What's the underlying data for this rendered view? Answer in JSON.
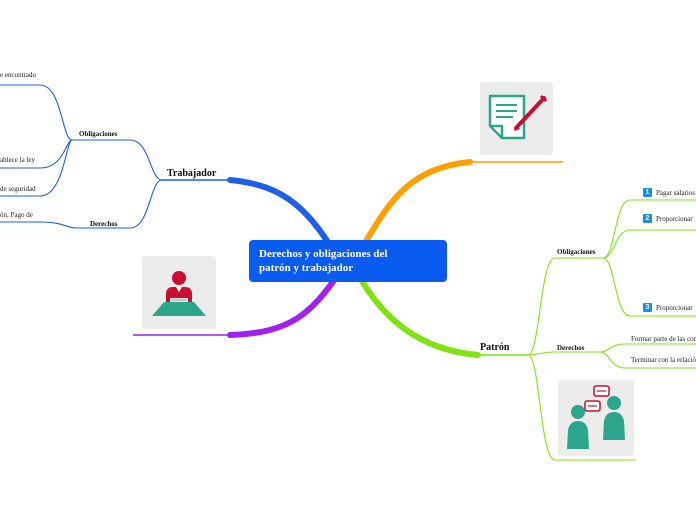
{
  "central": {
    "title_line1": "Derechos y obligaciones del",
    "title_line2": "patrón y trabajador"
  },
  "trabajador": {
    "label": "Trabajador",
    "obligaciones": {
      "label": "Obligaciones",
      "items": [
        "e encontrado",
        "ablece la ley",
        "de seguridad"
      ]
    },
    "derechos": {
      "label": "Derechos",
      "items": [
        "ón, Pago de"
      ]
    }
  },
  "patron": {
    "label": "Patrón",
    "obligaciones": {
      "label": "Obligaciones",
      "items": [
        {
          "num": "1",
          "text": "Pagar salarios"
        },
        {
          "num": "2",
          "text": "Proporcionar"
        },
        {
          "num": "3",
          "text": "Proporcionar"
        }
      ]
    },
    "derechos": {
      "label": "Derechos",
      "items": [
        "Formar parte de las com",
        "Terminar con la relació"
      ]
    }
  },
  "colors": {
    "central": "#0a5cf0",
    "trabajador": "#1f5ee8",
    "patron": "#7fe312",
    "orange": "#ffa000",
    "purple": "#a020f0",
    "teal": "#2ca58d",
    "red": "#d32f2f"
  },
  "icons": [
    "document-pen-icon",
    "businessman-at-desk-icon",
    "people-conversation-icon"
  ]
}
